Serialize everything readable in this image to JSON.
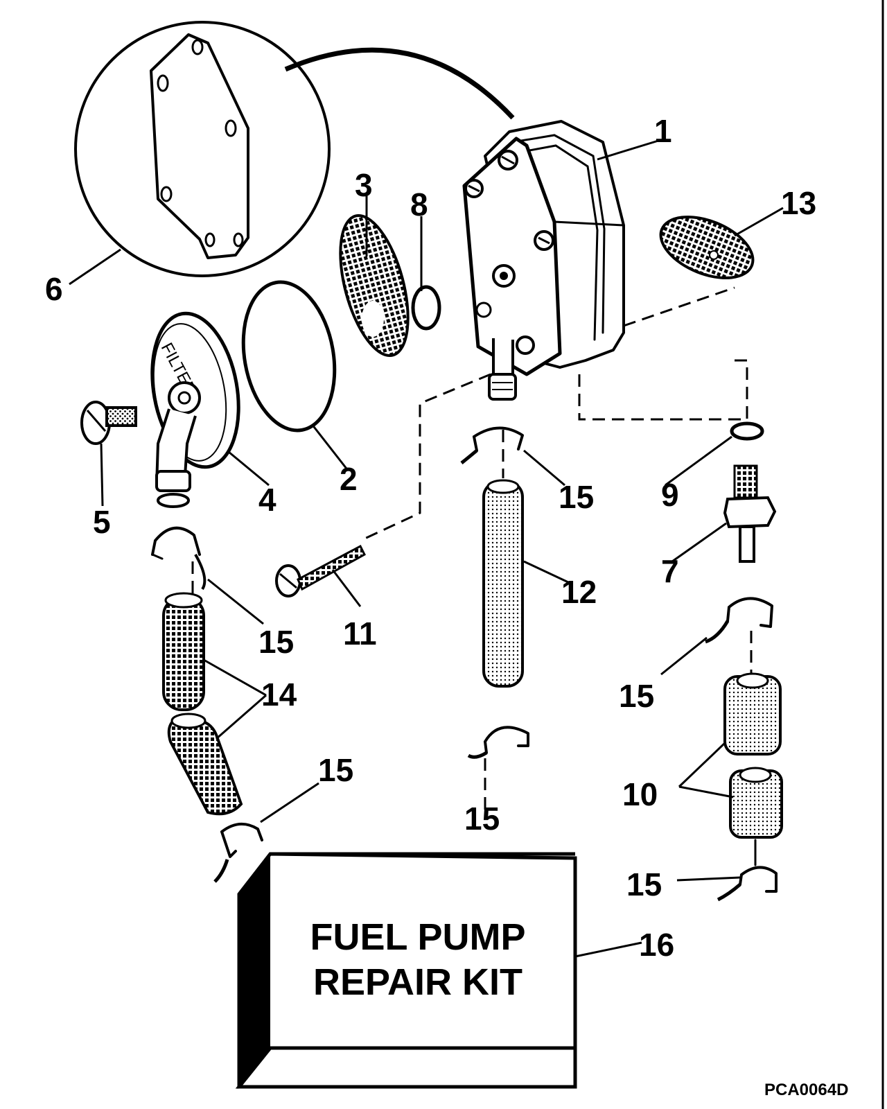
{
  "parts": {
    "p1": "1",
    "p2": "2",
    "p3": "3",
    "p4": "4",
    "p5": "5",
    "p6": "6",
    "p7": "7",
    "p8": "8",
    "p9": "9",
    "p10": "10",
    "p11": "11",
    "p12": "12",
    "p13": "13",
    "p14": "14",
    "p16": "16",
    "p15": "15"
  },
  "filter_embossed": "FILTER",
  "kit": {
    "line1": "FUEL PUMP",
    "line2": "REPAIR KIT"
  },
  "drawing_code": "PCA0064D"
}
